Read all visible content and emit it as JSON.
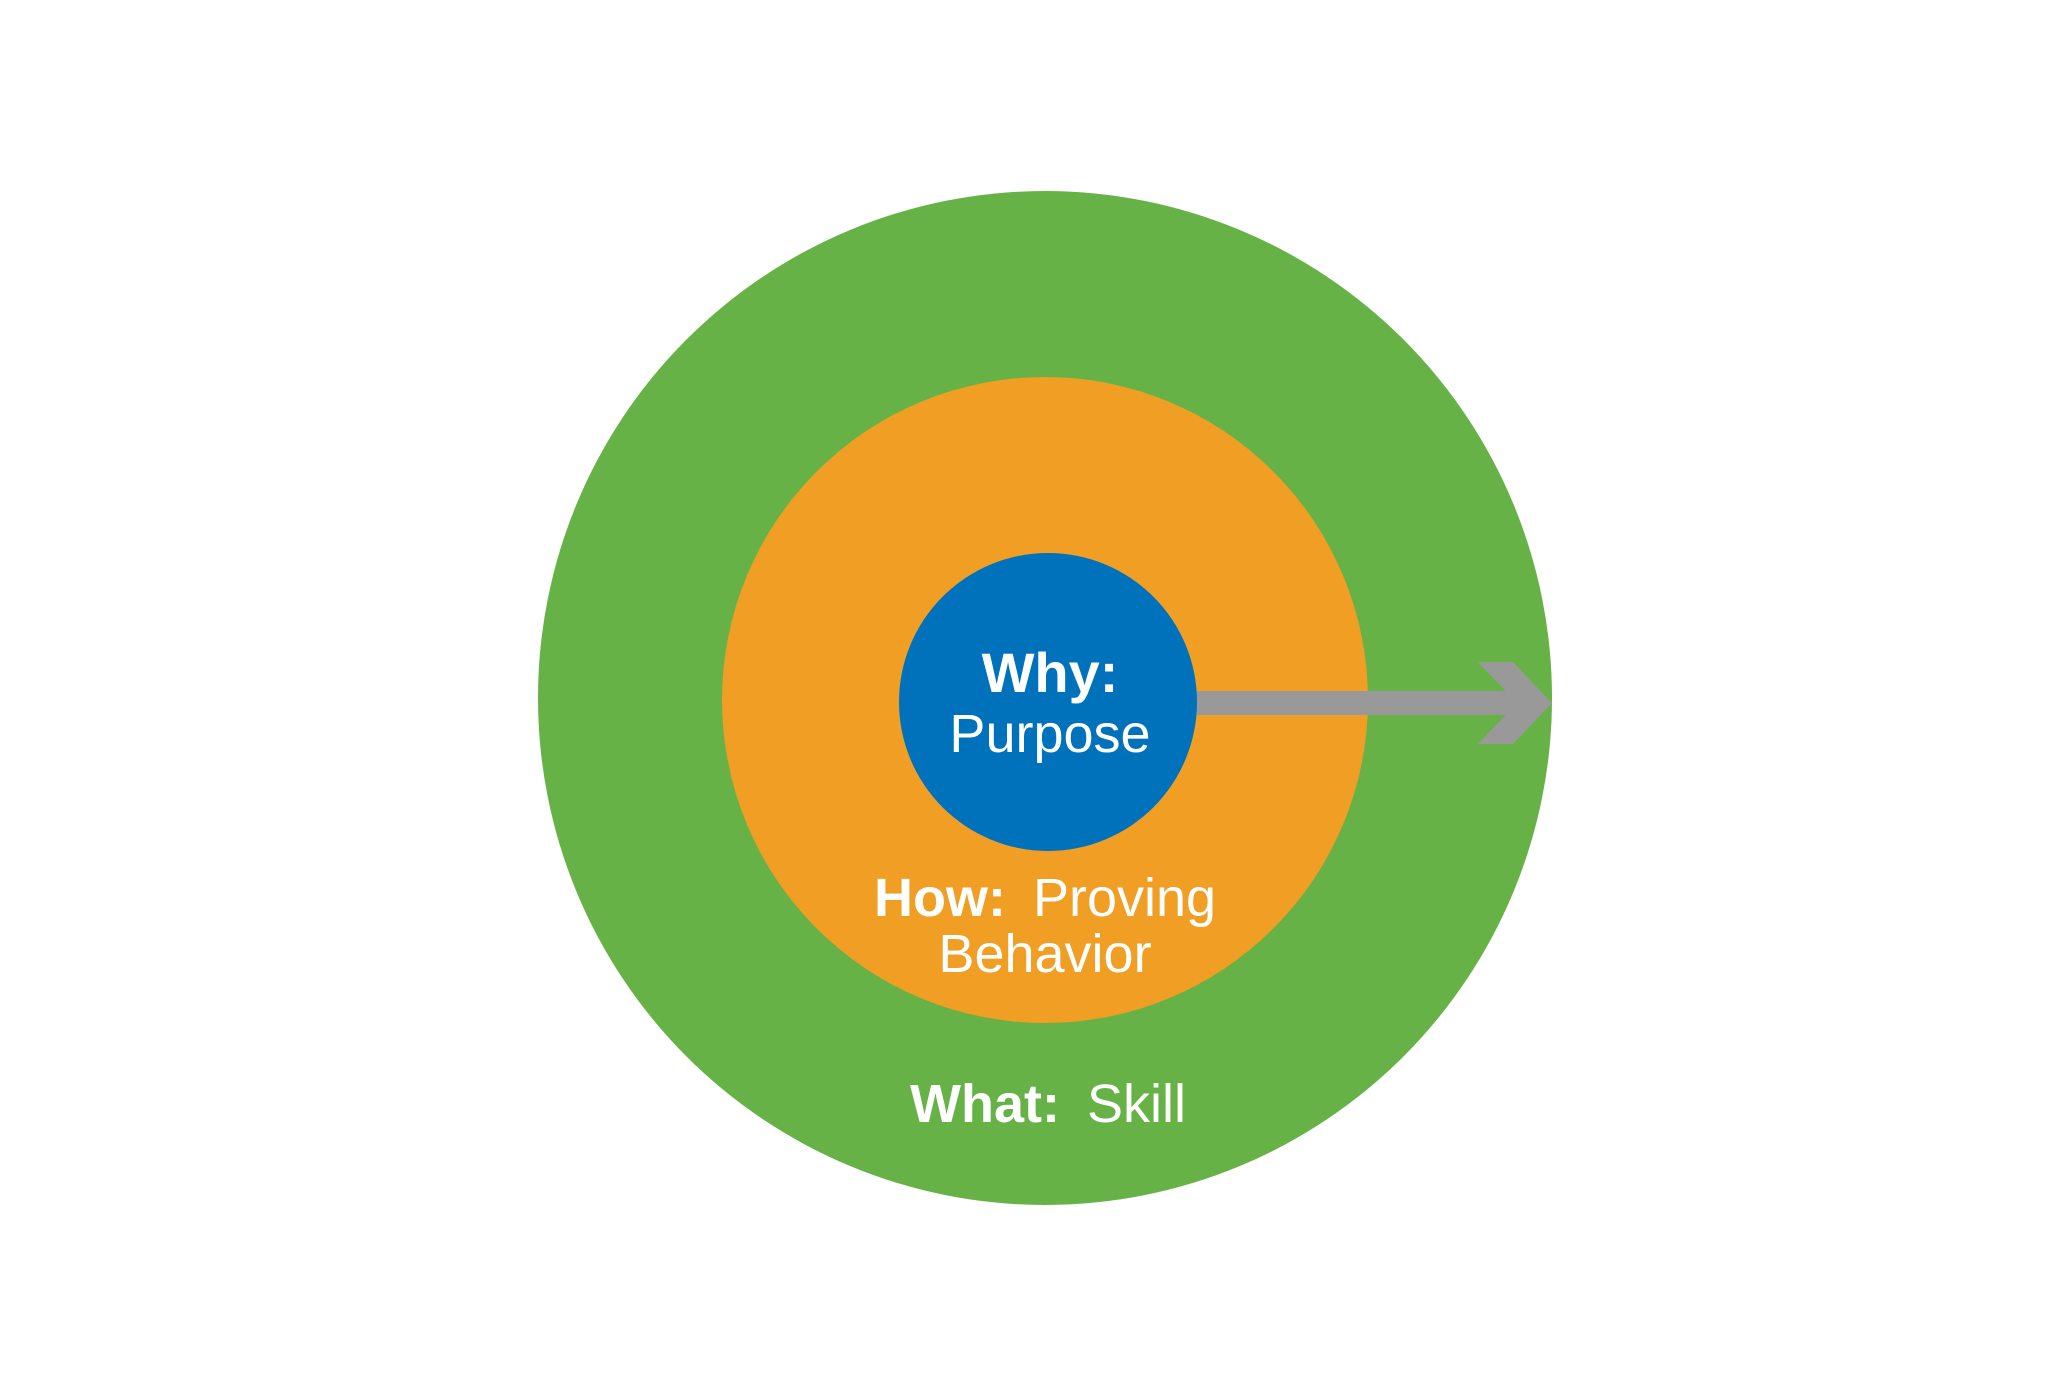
{
  "diagram": {
    "colors": {
      "outer": "#67b247",
      "middle": "#f09e24",
      "inner": "#0072bc",
      "arrow": "#999999",
      "text": "#ffffff",
      "background": "#ffffff"
    },
    "inner": {
      "title": "Why:",
      "text": "Purpose"
    },
    "middle": {
      "title": "How:",
      "text_line1": "Proving",
      "text_line2": "Behavior"
    },
    "outer": {
      "title": "What:",
      "text": "Skill"
    }
  }
}
